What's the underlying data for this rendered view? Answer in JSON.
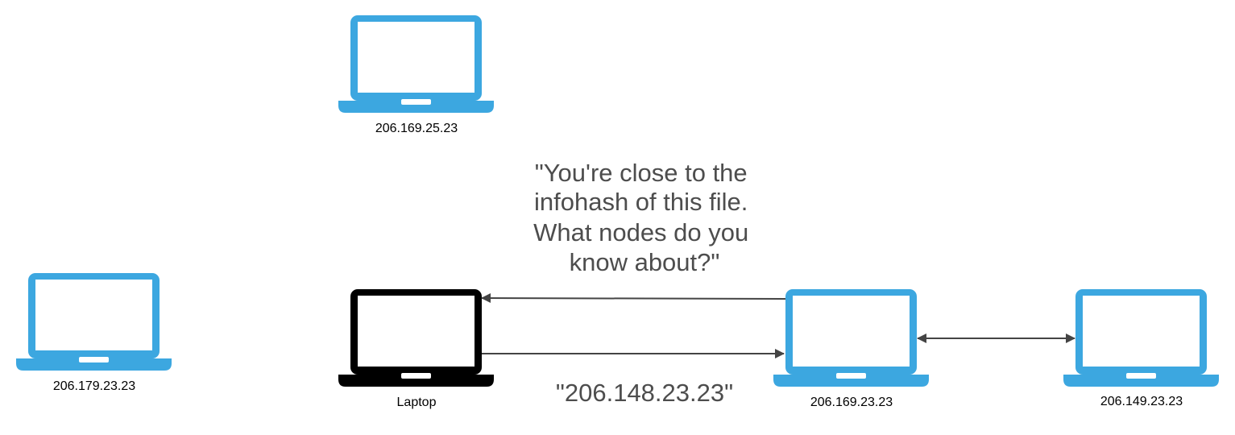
{
  "colors": {
    "node": "#3ca7e0",
    "self": "#000000",
    "arrow": "#444444",
    "message_text": "#4d4d4d",
    "label_text": "#000000"
  },
  "nodes": {
    "top": {
      "icon": "laptop-icon",
      "label": "206.169.25.23"
    },
    "far_left": {
      "icon": "laptop-icon",
      "label": "206.179.23.23"
    },
    "self": {
      "icon": "laptop-icon",
      "label": "Laptop"
    },
    "peer": {
      "icon": "laptop-icon",
      "label": "206.169.23.23"
    },
    "far_right": {
      "icon": "laptop-icon",
      "label": "206.149.23.23"
    }
  },
  "messages": {
    "query_lines": [
      "\"You're close to the",
      "infohash of this file.",
      "What nodes do you",
      "know about?\""
    ],
    "reply": "\"206.148.23.23\""
  }
}
